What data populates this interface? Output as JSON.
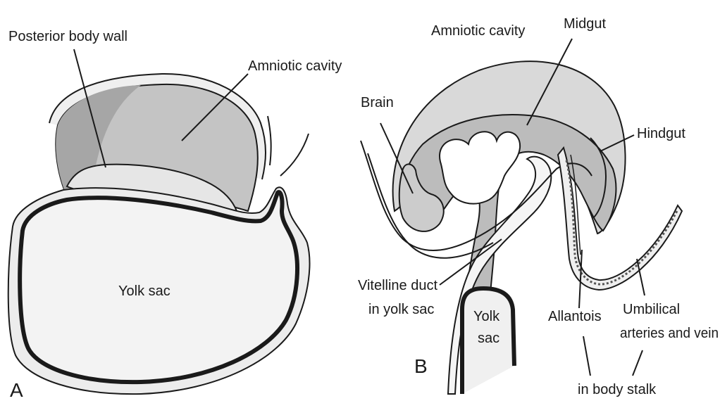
{
  "panels": {
    "a": "A",
    "b": "B"
  },
  "labels_a": {
    "posterior_body_wall": "Posterior body wall",
    "amniotic_cavity": "Amniotic cavity",
    "yolk_sac": "Yolk sac"
  },
  "labels_b": {
    "amniotic_cavity": "Amniotic cavity",
    "midgut": "Midgut",
    "brain": "Brain",
    "hindgut": "Hindgut",
    "vitelline_duct_1": "Vitelline duct",
    "vitelline_duct_2": "in yolk sac",
    "yolk_1": "Yolk",
    "yolk_2": "sac",
    "allantois": "Allantois",
    "umbilical_1": "Umbilical",
    "umbilical_2": "arteries and vein",
    "body_stalk": "in body stalk"
  },
  "colors": {
    "background": "#ffffff",
    "outline": "#1a1a1a",
    "amniotic_fill": "#d9d9d9",
    "cavity_dark": "#b3b3b3",
    "embryo_fill": "#bcbcbc",
    "yolk_fill": "#f3f3f3",
    "wall_fill": "#e8e8e8"
  }
}
